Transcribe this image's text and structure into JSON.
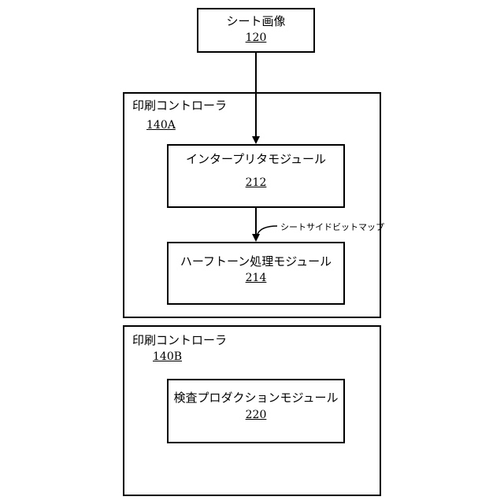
{
  "sheet_image": {
    "label": "シート画像",
    "ref": "120"
  },
  "controller_a": {
    "label": "印刷コントローラ",
    "ref": "140A",
    "interpreter": {
      "label": "インタープリタモジュール",
      "ref": "212"
    },
    "halftone": {
      "label": "ハーフトーン処理モジュール",
      "ref": "214"
    },
    "arrow_label": "シートサイドビットマップ"
  },
  "controller_b": {
    "label": "印刷コントローラ",
    "ref": "140B",
    "inspection": {
      "label": "検査プロダクションモジュール",
      "ref": "220"
    }
  }
}
